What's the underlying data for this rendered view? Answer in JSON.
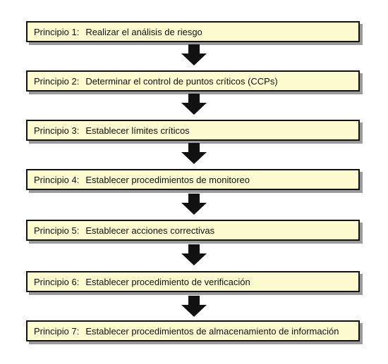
{
  "principles": [
    {
      "label": "Principio 1:",
      "text": "Realizar el análisis de riesgo"
    },
    {
      "label": "Principio 2:",
      "text": "Determinar el control de puntos críticos (CCPs)"
    },
    {
      "label": "Principio 3:",
      "text": "Establecer límites críticos"
    },
    {
      "label": "Principio 4:",
      "text": "Establecer procedimientos de monitoreo"
    },
    {
      "label": "Principio 5:",
      "text": "Establecer acciones correctivas"
    },
    {
      "label": "Principio 6:",
      "text": "Establecer procedimiento de verificación"
    },
    {
      "label": "Principio 7:",
      "text": "Establecer procedimientos de almacenamiento de información"
    }
  ],
  "colors": {
    "box_fill": "#fdfbcf",
    "box_border": "#111111",
    "shadow": "#9a9a9a",
    "arrow": "#111111"
  },
  "icons": {
    "connector": "arrow-down-icon"
  }
}
